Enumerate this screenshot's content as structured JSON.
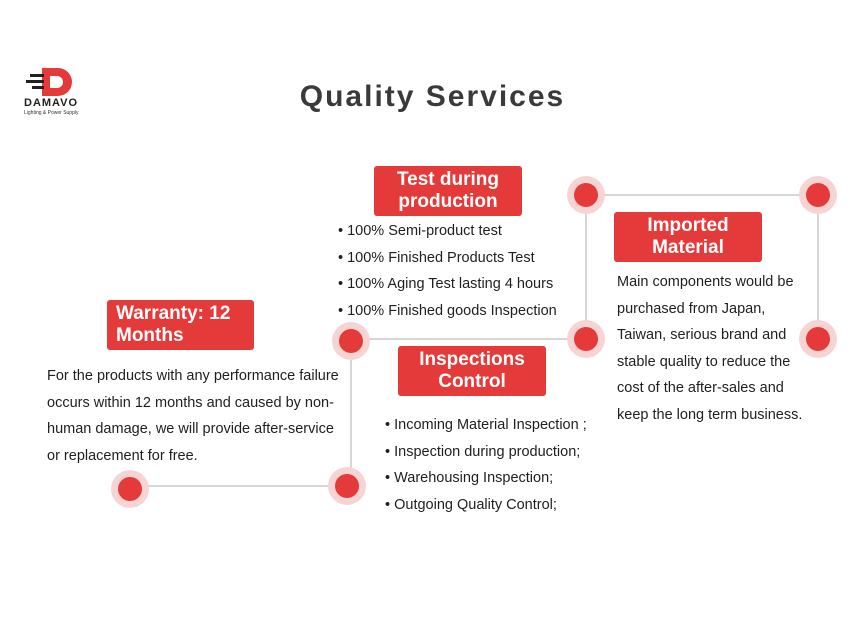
{
  "brand": {
    "logo_word": "DAMAVO",
    "logo_tagline": "Lighting & Power Supply",
    "accent_color": "#e53a3a",
    "node_halo_color": "#f6d4d4",
    "line_color": "#c8c8c8"
  },
  "page": {
    "title": "Quality Services"
  },
  "sections": {
    "test_during_production": {
      "title_line1": "Test during",
      "title_line2": "production",
      "items": [
        "100% Semi-product test",
        "100% Finished Products Test",
        "100% Aging Test lasting 4 hours",
        "100% Finished goods Inspection"
      ]
    },
    "imported_material": {
      "title_line1": "Imported",
      "title_line2": "Material",
      "lines": [
        "Main components would be",
        "purchased from Japan,",
        "Taiwan, serious brand and",
        "stable quality to reduce the",
        "cost of the after-sales and",
        "keep the long term business."
      ]
    },
    "warranty": {
      "title_line1": "Warranty: 12",
      "title_line2": "Months",
      "lines": [
        "For the products with any performance failure",
        "occurs within 12 months and caused by non-",
        "human damage, we will provide after-service",
        "or replacement for free."
      ]
    },
    "inspections_control": {
      "title_line1": "Inspections",
      "title_line2": "Control",
      "items": [
        "Incoming Material Inspection ;",
        "Inspection during production;",
        "Warehousing Inspection;",
        "Outgoing Quality Control;"
      ]
    }
  }
}
